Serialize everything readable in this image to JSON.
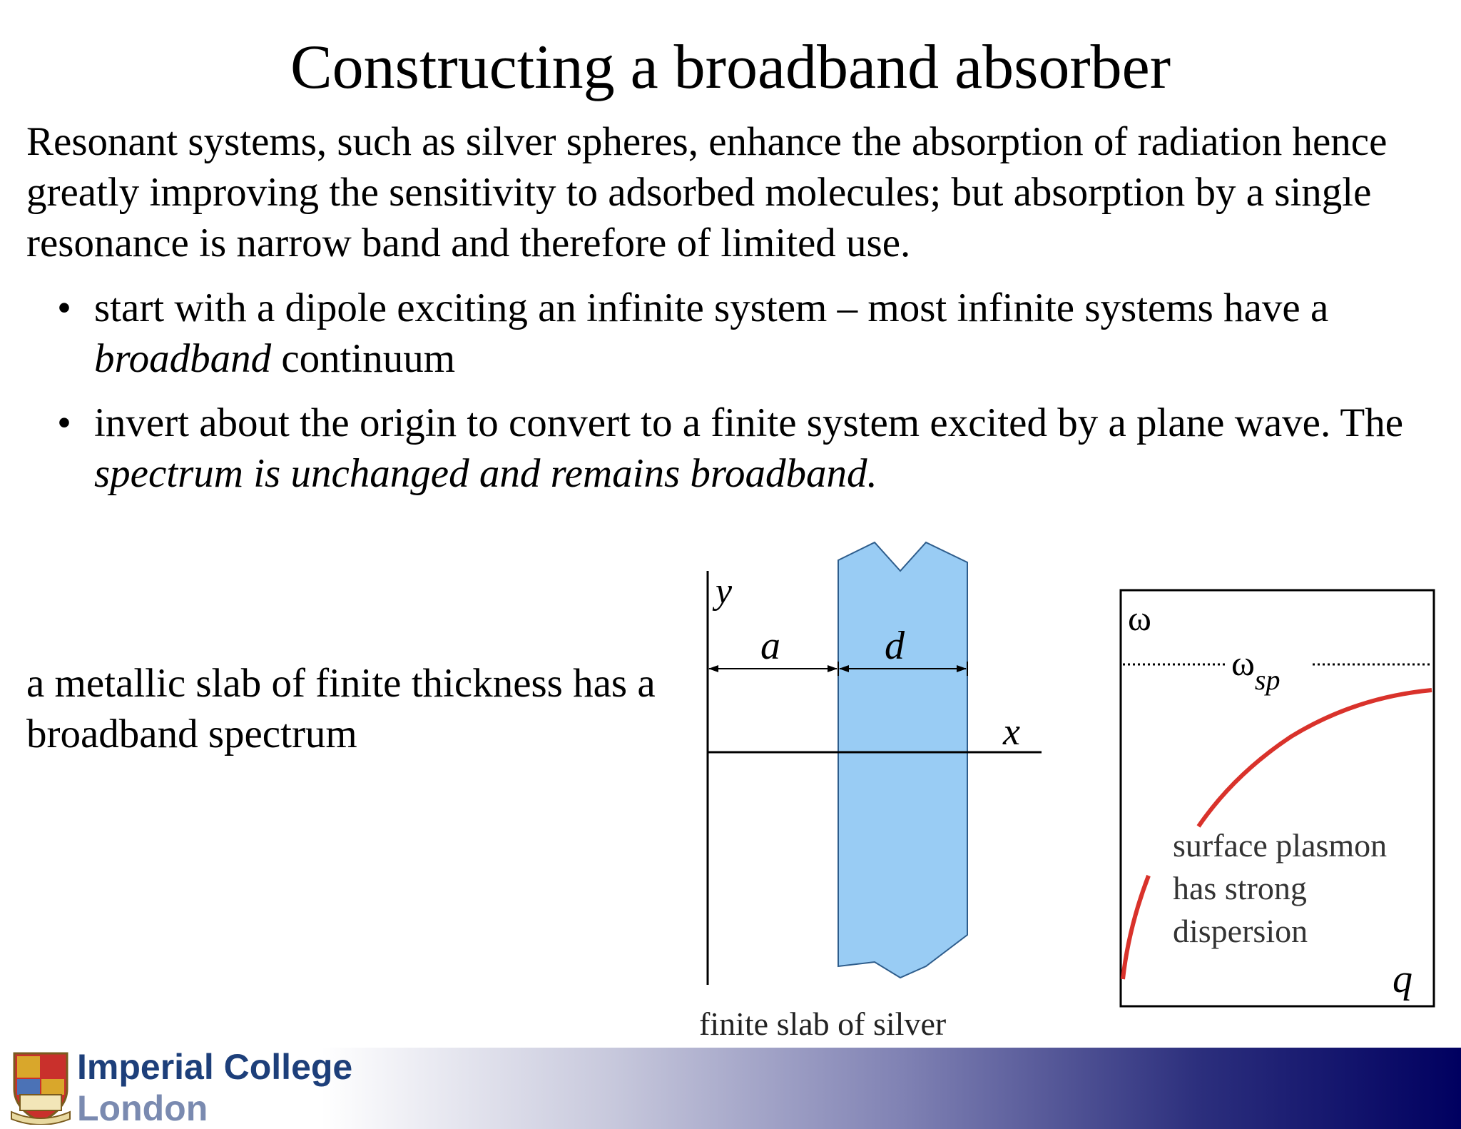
{
  "title": "Constructing a broadband absorber",
  "intro": "Resonant systems, such as silver spheres, enhance the absorption of radiation hence greatly improving the sensitivity to adsorbed molecules; but absorption by a single resonance is narrow band and therefore of limited use.",
  "bullets": [
    {
      "text_a": "start with a dipole exciting an infinite system – most infinite systems have a ",
      "italic": "broadband",
      "text_b": " continuum"
    },
    {
      "text_a": "invert about the origin to convert to a finite system excited by a plane wave.  The ",
      "italic": "spectrum is unchanged and remains broadband."
    }
  ],
  "bullet_symbol": "•",
  "slab_caption": "a metallic slab of finite thickness has a broadband spectrum",
  "slab_figure": {
    "y_label": "y",
    "x_label": "x",
    "a_label": "a",
    "d_label": "d",
    "caption": "finite slab of silver",
    "slab_color": "#99ccf4"
  },
  "dispersion_figure": {
    "omega_label": "ω",
    "omega_sp_label": "ω",
    "omega_sp_sub": "sp",
    "q_label": "q",
    "note_lines": [
      "surface plasmon",
      "has strong",
      "dispersion"
    ],
    "curve_color": "#d9322b"
  },
  "footer": {
    "logo_line1": "Imperial College",
    "logo_line2": "London"
  }
}
